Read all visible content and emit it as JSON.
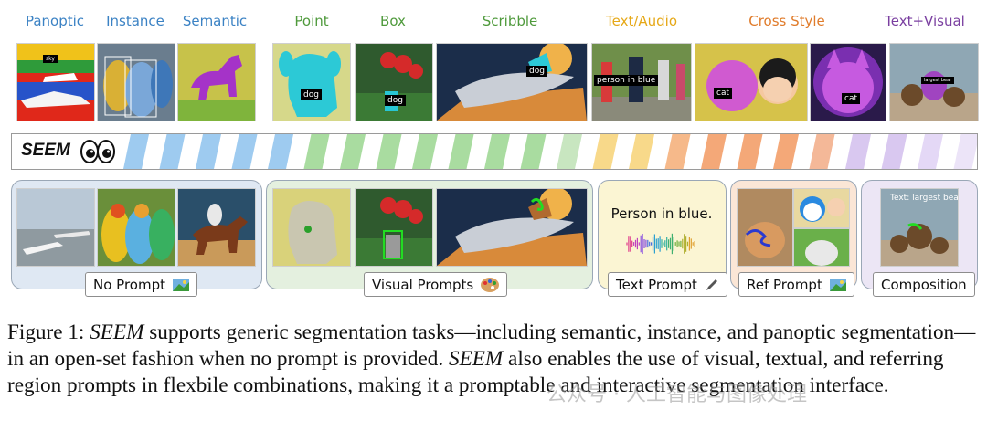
{
  "task_labels": [
    {
      "text": "Panoptic",
      "color": "#3b82c4"
    },
    {
      "text": "Instance",
      "color": "#3b82c4"
    },
    {
      "text": "Semantic",
      "color": "#3b82c4"
    },
    {
      "text": "Point",
      "color": "#4f9a3c"
    },
    {
      "text": "Box",
      "color": "#4f9a3c"
    },
    {
      "text": "Scribble",
      "color": "#4f9a3c"
    },
    {
      "text": "Text/Audio",
      "color": "#e6a817"
    },
    {
      "text": "Cross Style",
      "color": "#e07b2a"
    },
    {
      "text": "Text+Visual",
      "color": "#7a3fa0"
    }
  ],
  "mask_labels": {
    "point_dog": "dog",
    "box_dog": "dog",
    "scribble_dog": "dog",
    "person": "person in blue",
    "cat1": "cat",
    "cat2": "cat",
    "bear": "largest bear"
  },
  "seem": {
    "title": "SEEM",
    "icon": "eyes-icon"
  },
  "groups": [
    {
      "tag": "No Prompt",
      "icon": "image-icon",
      "color": "#dfe8f3"
    },
    {
      "tag": "Visual Prompts",
      "icon": "palette-icon",
      "color": "#e4f0df"
    },
    {
      "tag": "Text Prompt",
      "icon": "pencil-icon",
      "color": "#fbf5d3"
    },
    {
      "tag": "Ref Prompt",
      "icon": "image-icon",
      "color": "#fbe6d6"
    },
    {
      "tag": "Composition",
      "icon": "",
      "color": "#ece6f5"
    }
  ],
  "text_prompt": "Person in blue.",
  "composition_text": "Text: largest bear",
  "caption": {
    "fig_label": "Figure 1:",
    "seem1": "SEEM",
    "part1": " supports generic segmentation tasks—including semantic, instance, and panoptic segmentation—in an open-set fashion when no prompt is provided. ",
    "seem2": "SEEM",
    "part2": " also enables the use of visual, textual, and referring region prompts in flexbile combinations, making it a promptable and interactive segmentation interface."
  },
  "watermark": "公众号 · 人工智能与图像处理"
}
